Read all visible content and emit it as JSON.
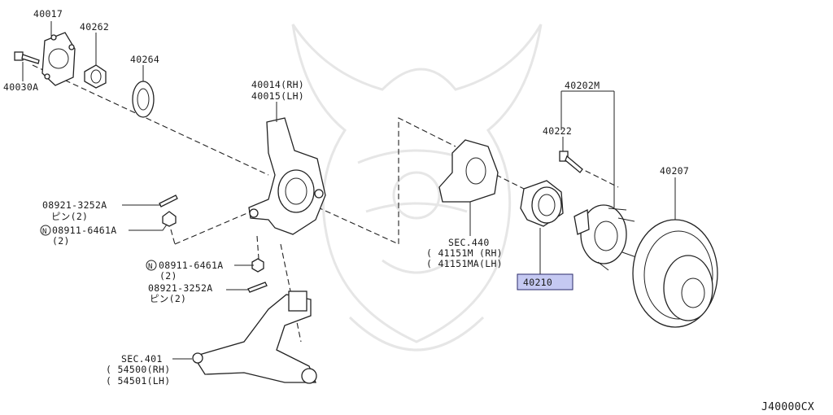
{
  "diagram": {
    "labels": {
      "p40017": "40017",
      "p40262": "40262",
      "p40030A": "40030A",
      "p40264": "40264",
      "p40014": "40014(RH)",
      "p40015": "40015(LH)",
      "p40202M": "40202M",
      "p40222": "40222",
      "p40207": "40207",
      "p08921a": "08921-3252A",
      "p08921a_qty": "ピン(2)",
      "p08911a": "08911-6461A",
      "p08911a_qty": "(2)",
      "p08911b": "08911-6461A",
      "p08911b_qty": "(2)",
      "p08921b": "08921-3252A",
      "p08921b_qty": "ピン(2)",
      "sec440": "SEC.440",
      "p41151M": "( 41151M  (RH)",
      "p41151MA": "( 41151MA(LH)",
      "p40210": "40210",
      "sec401": "SEC.401",
      "p54500": "( 54500(RH)",
      "p54501": "( 54501(LH)",
      "diagram_code": "J40000CX"
    },
    "nut_symbol": "N",
    "highlight_color": "#c5c9f2"
  }
}
